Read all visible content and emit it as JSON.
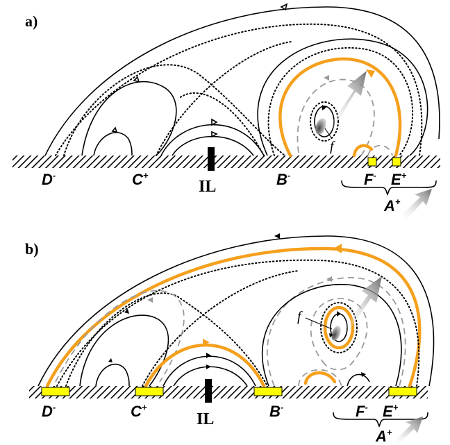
{
  "panels": [
    {
      "id": "a",
      "label": "a)",
      "footpoints": {
        "d": {
          "base": "D",
          "sup": "-"
        },
        "c": {
          "base": "C",
          "sup": "+"
        },
        "il": "IL",
        "b": {
          "base": "B",
          "sup": "-"
        },
        "f": {
          "base": "F",
          "sup": "-"
        },
        "e": {
          "base": "E",
          "sup": "+"
        },
        "a": {
          "base": "A",
          "sup": "+"
        }
      },
      "flux_rope_label": "f"
    },
    {
      "id": "b",
      "label": "b)",
      "footpoints": {
        "d": {
          "base": "D",
          "sup": "-"
        },
        "c": {
          "base": "C",
          "sup": "+"
        },
        "il": "IL",
        "b": {
          "base": "B",
          "sup": "-"
        },
        "f": {
          "base": "F",
          "sup": "-"
        },
        "e": {
          "base": "E",
          "sup": "+"
        },
        "a": {
          "base": "A",
          "sup": "+"
        }
      },
      "flux_rope_label": "f"
    }
  ],
  "colors": {
    "field_line": "#000000",
    "reconnected_line": "#f5a01d",
    "dashed_line": "#9a9a9a",
    "ribbon": "#ffff00",
    "arrow": "#808080"
  }
}
